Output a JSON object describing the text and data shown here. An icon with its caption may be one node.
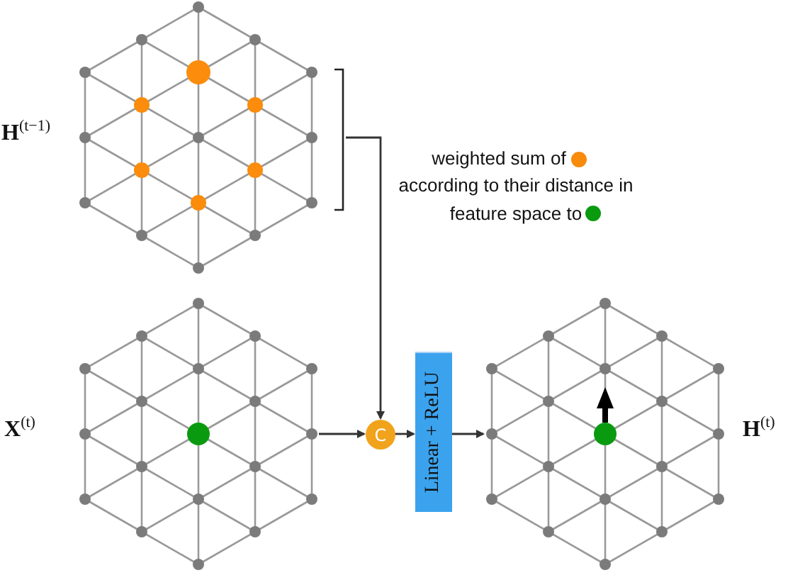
{
  "diagram": {
    "nodes": [
      {
        "text": [],
        "shape": "graph",
        "beside": [
          "**H**$^{(t−1)}$"
        ]
      },
      {
        "text": [],
        "shape": "graph",
        "beside": [
          "**X**$^{(t)}$"
        ]
      },
      {
        "text": [
          "C"
        ]
      },
      {
        "text": [
          "Linear + ReLU"
        ]
      },
      {
        "text": [],
        "shape": "graph",
        "beside": [
          "**H**$^{(t)}$"
        ]
      }
    ],
    "edges": [
      {
        "from": 0,
        "to": 2,
        "arrow": "to"
      },
      {
        "from": 1,
        "to": 2,
        "arrow": "to"
      },
      {
        "from": 2,
        "to": 3,
        "arrow": "to"
      },
      {
        "from": 3,
        "to": 4,
        "arrow": "to"
      }
    ],
    "labels": [
      "weighted sum of",
      "according to their distance in feature space to"
    ]
  }
}
